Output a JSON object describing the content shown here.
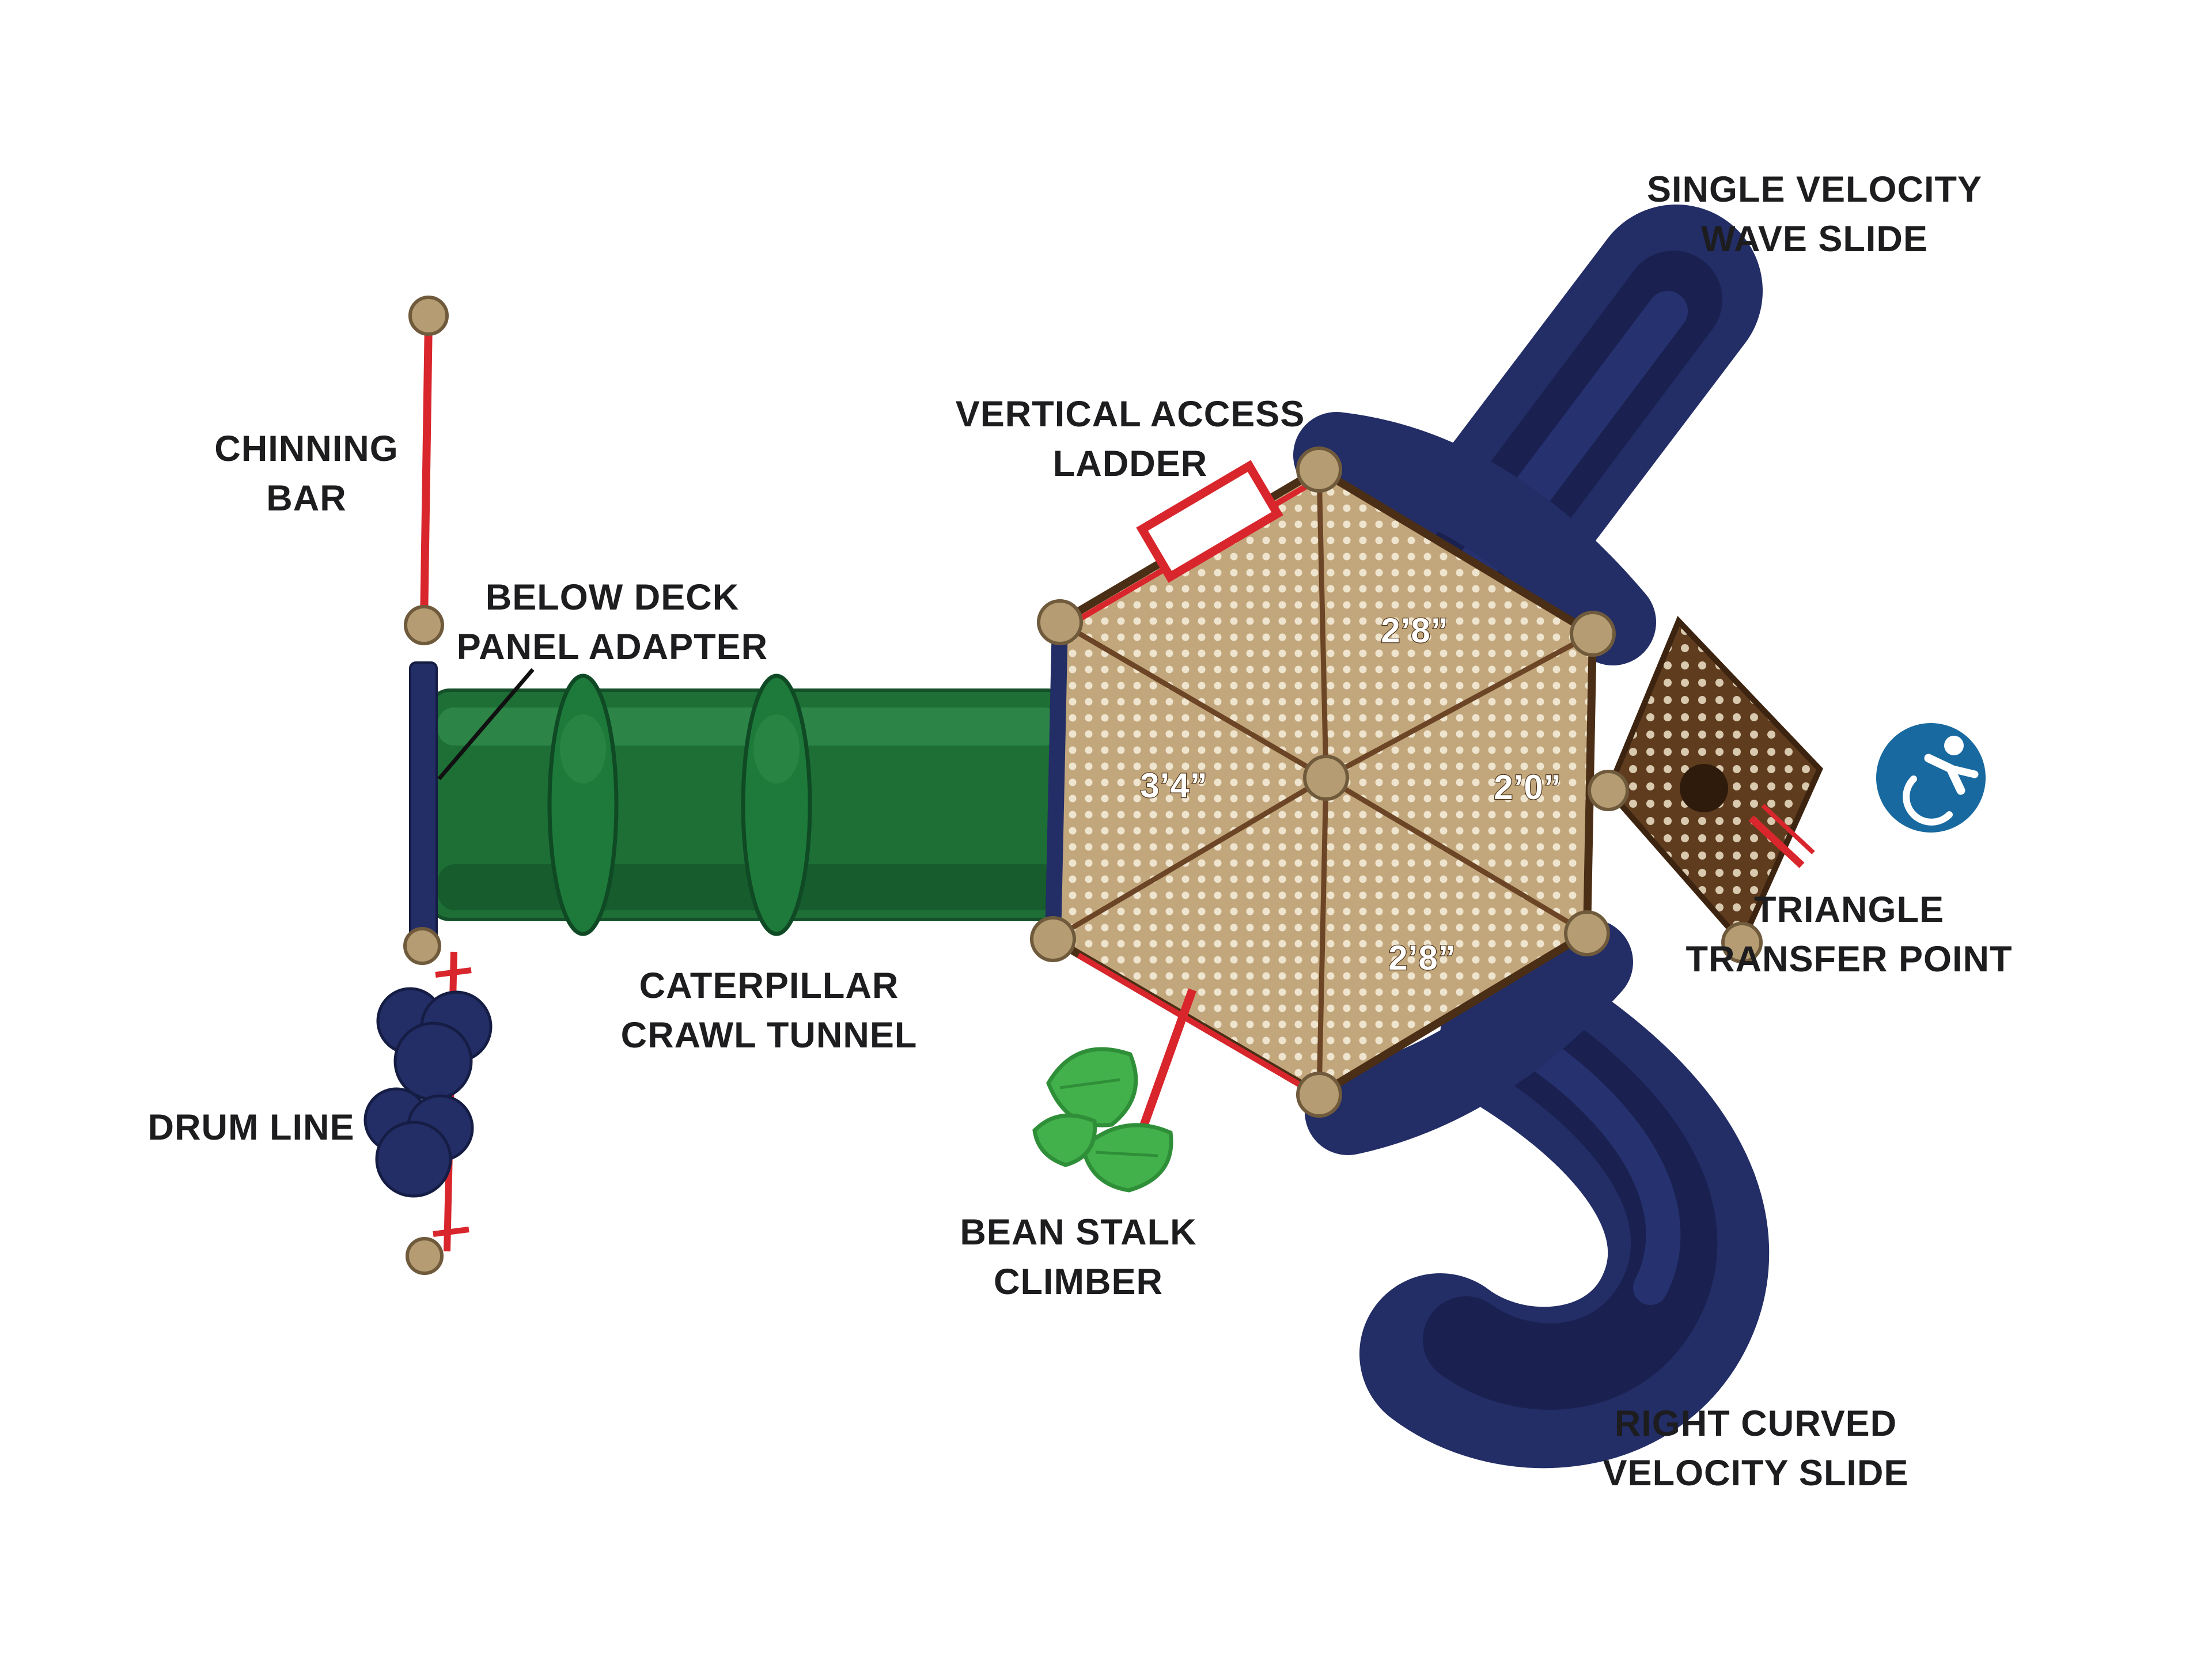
{
  "diagram_type": "playground-equipment-plan-top-view",
  "components": {
    "wave_slide": {
      "label_line1": "SINGLE VELOCITY",
      "label_line2": "WAVE SLIDE"
    },
    "vertical_ladder": {
      "label_line1": "VERTICAL ACCESS",
      "label_line2": "LADDER"
    },
    "chinning_bar": {
      "label_line1": "CHINNING",
      "label_line2": "BAR"
    },
    "below_deck": {
      "label_line1": "BELOW DECK",
      "label_line2": "PANEL ADAPTER"
    },
    "crawl_tunnel": {
      "label_line1": "CATERPILLAR",
      "label_line2": "CRAWL TUNNEL"
    },
    "drum_line": {
      "label_line1": "DRUM LINE"
    },
    "bean_stalk": {
      "label_line1": "BEAN STALK",
      "label_line2": "CLIMBER"
    },
    "transfer_point": {
      "label_line1": "TRIANGLE",
      "label_line2": "TRANSFER POINT"
    },
    "curved_slide": {
      "label_line1": "RIGHT CURVED",
      "label_line2": "VELOCITY SLIDE"
    }
  },
  "deck_heights": {
    "top_deck": "2’8”",
    "left_deck": "3’4”",
    "right_deck": "2’0”",
    "bottom_deck": "2’8”"
  },
  "icons": {
    "accessible_icon": "wheelchair-accessible"
  },
  "colors": {
    "slide_navy": "#232d66",
    "tunnel_green": "#1d6f36",
    "deck_tan": "#c3a77c",
    "transfer_brown": "#5f3c1e",
    "accent_red": "#d8262c",
    "post_tan": "#b59c72",
    "accessible_blue": "#17699f",
    "label_text": "#1d1d1f"
  }
}
